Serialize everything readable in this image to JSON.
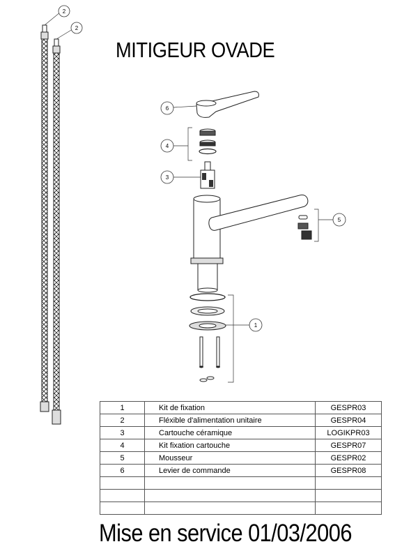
{
  "title": "MITIGEUR OVADE",
  "callouts": {
    "c1": "1",
    "c2a": "2",
    "c2b": "2",
    "c3": "3",
    "c4": "4",
    "c5": "5",
    "c6": "6"
  },
  "parts_table": {
    "rows": [
      {
        "num": "1",
        "desc": "Kit de fixation",
        "ref": "GESPR03"
      },
      {
        "num": "2",
        "desc": "Fléxible d'alimentation unitaire",
        "ref": "GESPR04"
      },
      {
        "num": "3",
        "desc": "Cartouche céramique",
        "ref": "LOGIKPR03"
      },
      {
        "num": "4",
        "desc": "Kit fixation cartouche",
        "ref": "GESPR07"
      },
      {
        "num": "5",
        "desc": "Mousseur",
        "ref": "GESPR02"
      },
      {
        "num": "6",
        "desc": "Levier de commande",
        "ref": "GESPR08"
      },
      {
        "num": "",
        "desc": "",
        "ref": ""
      },
      {
        "num": "",
        "desc": "",
        "ref": ""
      },
      {
        "num": "",
        "desc": "",
        "ref": ""
      }
    ]
  },
  "footer": "Mise en service 01/03/2006"
}
